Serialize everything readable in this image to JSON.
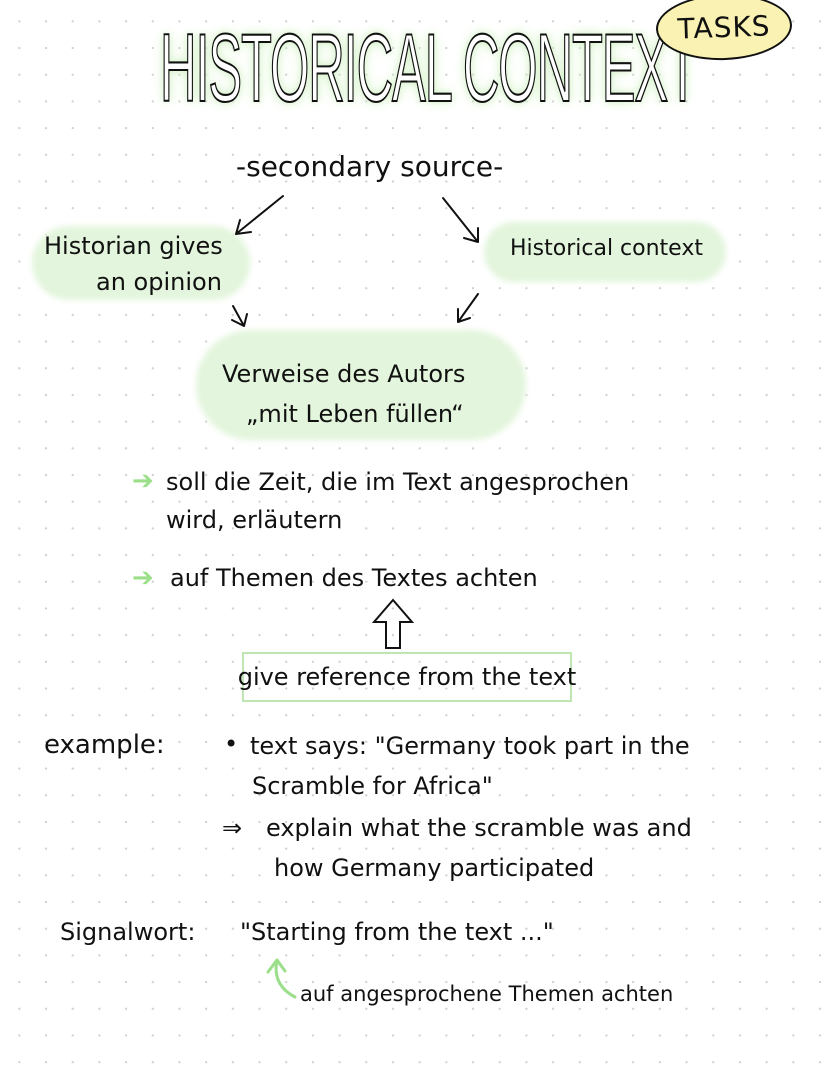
{
  "title": "HISTORICAL CONTEXT",
  "tasks_badge": "TASKS",
  "source_label": "-secondary source-",
  "branches": {
    "left_line1": "Historian gives",
    "left_line2": "an opinion",
    "right": "Historical context"
  },
  "center": {
    "line1": "Verweise des Autors",
    "line2": "„mit Leben füllen“"
  },
  "points": [
    {
      "line1": "soll die Zeit, die im Text angesprochen",
      "line2": "wird, erläutern"
    },
    {
      "line1": "auf Themen des Textes achten"
    }
  ],
  "reference_box": "give reference from the text",
  "example": {
    "label": "example:",
    "bullet_line1": "text says: \"Germany took part in the",
    "bullet_line2": "Scramble for Africa\"",
    "arrow_symbol": "⇒",
    "result_line1": "explain what the scramble was and",
    "result_line2": "how Germany participated"
  },
  "signalwort": {
    "label": "Signalwort:",
    "phrase": "\"Starting from the text ...\"",
    "note": "auf angesprochene Themen achten"
  },
  "colors": {
    "highlight_green": "#e3f5dc",
    "arrow_green": "#9bdf8a",
    "badge_yellow": "#faf2b3"
  }
}
